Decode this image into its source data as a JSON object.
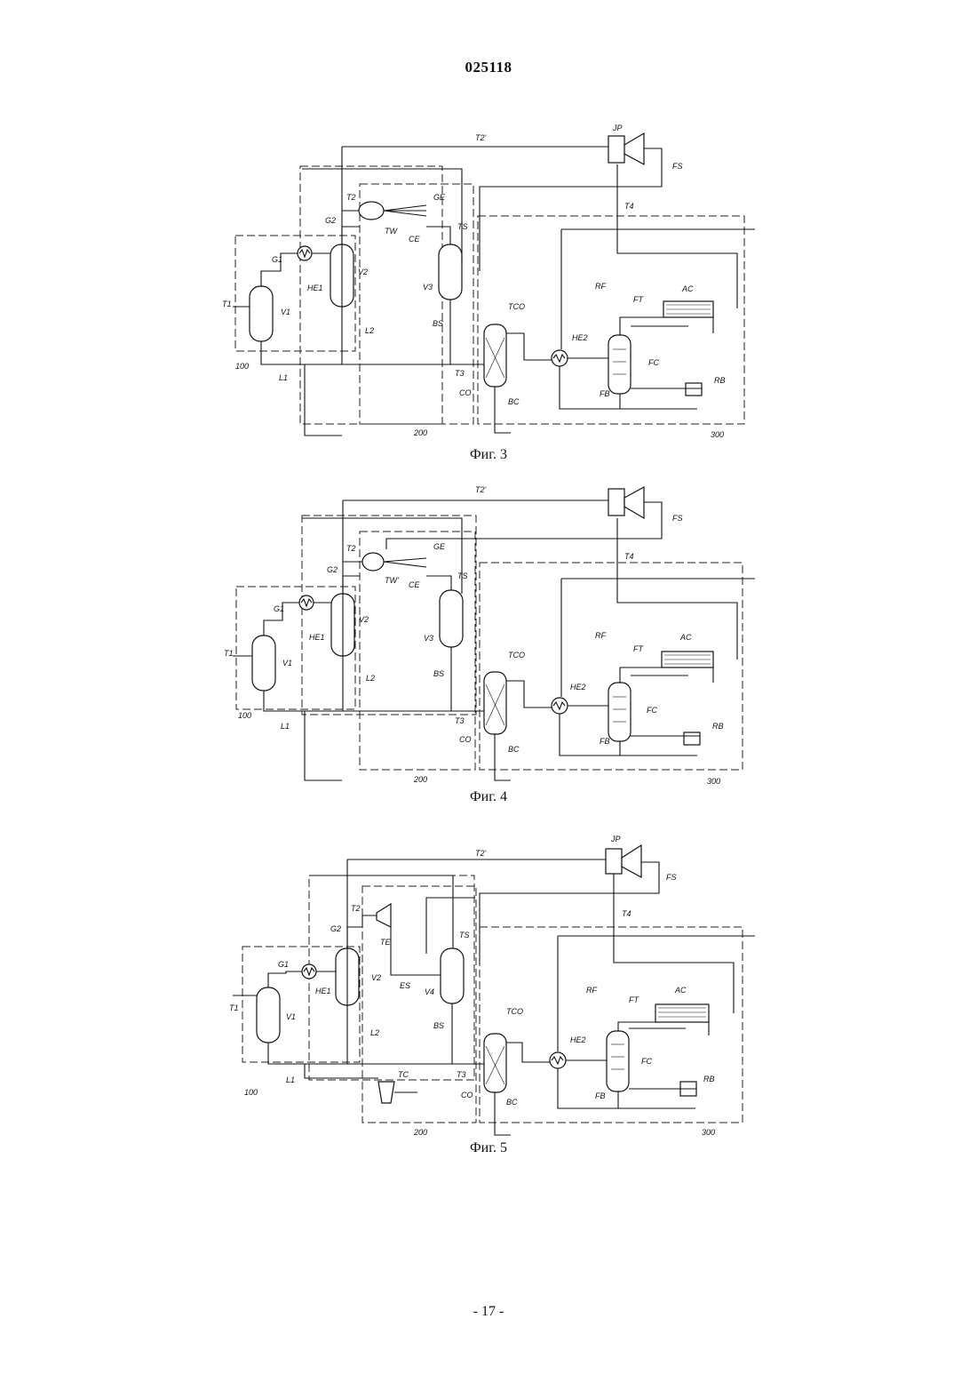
{
  "header": {
    "doc_number": "025118"
  },
  "figures": [
    {
      "caption": "Фиг. 3",
      "labels": {
        "t2p": "T2'",
        "jp": "JP",
        "fs": "FS",
        "t2": "T2",
        "ge": "GE",
        "t4": "T4",
        "g2": "G2",
        "tw": "TW",
        "ce": "CE",
        "ts": "TS",
        "g1": "G1",
        "he1": "HE1",
        "v2": "V2",
        "v3": "V3",
        "v1": "V1",
        "t1": "T1",
        "l2": "L2",
        "bs": "BS",
        "tco": "TCO",
        "he2": "HE2",
        "rf": "RF",
        "ft": "FT",
        "ac": "AC",
        "fc": "FC",
        "fb": "FB",
        "rb": "RB",
        "t3": "T3",
        "co": "CO",
        "bc": "BC",
        "l1": "L1",
        "b100": "100",
        "b200": "200",
        "b300": "300"
      }
    },
    {
      "caption": "Фиг. 4",
      "labels": {
        "t2p": "T2'",
        "fs": "FS",
        "t2": "T2",
        "ge": "GE",
        "t4": "T4",
        "g2": "G2",
        "tw": "TW'",
        "ce": "CE",
        "ts": "TS",
        "g1": "G1",
        "he1": "HE1",
        "v2": "V2",
        "v3": "V3",
        "v1": "V1",
        "t1": "T1",
        "l2": "L2",
        "bs": "BS",
        "tco": "TCO",
        "he2": "HE2",
        "rf": "RF",
        "ft": "FT",
        "ac": "AC",
        "fc": "FC",
        "fb": "FB",
        "rb": "RB",
        "t3": "T3",
        "co": "CO",
        "bc": "BC",
        "l1": "L1",
        "b100": "100",
        "b200": "200",
        "b300": "300"
      }
    },
    {
      "caption": "Фиг. 5",
      "labels": {
        "t2p": "T2'",
        "jp": "JP",
        "fs": "FS",
        "t2": "T2",
        "te": "TE",
        "t4": "T4",
        "g2": "G2",
        "es": "ES",
        "ts": "TS",
        "g1": "G1",
        "he1": "HE1",
        "v2": "V2",
        "v4": "V4",
        "v1": "V1",
        "t1": "T1",
        "l2": "L2",
        "bs": "BS",
        "tco": "TCO",
        "he2": "HE2",
        "rf": "RF",
        "ft": "FT",
        "ac": "AC",
        "fc": "FC",
        "fb": "FB",
        "rb": "RB",
        "t3": "T3",
        "co": "CO",
        "bc": "BC",
        "l1": "L1",
        "tc": "TC",
        "b100": "100",
        "b200": "200",
        "b300": "300"
      }
    }
  ],
  "footer": {
    "page_number": "- 17 -"
  }
}
